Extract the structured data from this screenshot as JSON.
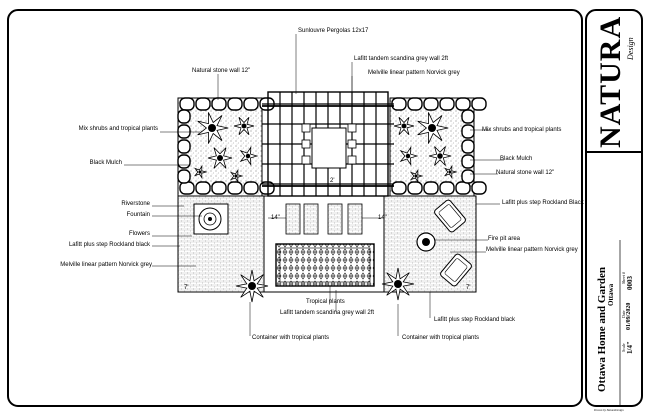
{
  "labels": {
    "pergola": "Sunlouvre Pergolas 12x17",
    "tandem_wall_top": "Lafitt tandem scandina grey wall 2ft",
    "melville_top": "Melville linear pattern Norvick grey",
    "stone_wall_left": "Natural stone wall 12\"",
    "shrubs_left": "Mix shrubs and tropical plants",
    "shrubs_right": "Mix shrubs and tropical plants",
    "mulch_left": "Black Mulch",
    "mulch_right": "Black Mulch",
    "stone_wall_right": "Natural stone wall 12\"",
    "riverstone": "Riverstone",
    "fountain": "Fountain",
    "flowers": "Flowers",
    "step_left": "Lafitt plus step Rockland black",
    "melville_left": "Melville linear pattern Norvick grey",
    "step_right_top": "Lafitt plus step Rockland Black",
    "fire_pit": "Fire pit area",
    "melville_right": "Melville linear pattern Norvick grey",
    "tropical_plants": "Tropical plants",
    "tandem_wall_bottom": "Lafitt tandem scandina grey wall 2ft",
    "step_right_bottom": "Lafitt plus step Rockland black",
    "container_left": "Container with tropical plants",
    "container_right": "Container with tropical plants"
  },
  "dimensions": {
    "d_pergola_mid": "2'",
    "d_left_14": "14\"",
    "d_right_14": "14\"",
    "d_corner_left": "7'",
    "d_corner_right": "7'"
  },
  "title_block": {
    "logo": "NATURA",
    "logo_script": "Design",
    "project": "Ottawa Home and Garden",
    "city": "Ottawa",
    "scale_label": "Scale",
    "scale_value": "1/4\"",
    "date_label": "Date",
    "date_value": "01/09/2020",
    "sheet_label": "Sheet #",
    "sheet_value": "0003",
    "footer": "Drawn by NaturaDesign"
  }
}
